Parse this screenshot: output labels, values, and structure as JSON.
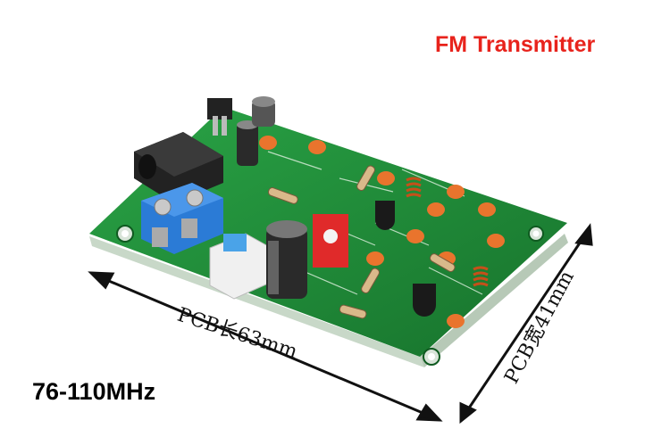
{
  "title": "FM Transmitter",
  "frequency_range": "76-110MHz",
  "dimension_length": "PCB长63mm",
  "dimension_width": "PCB宽41mm",
  "colors": {
    "title": "#e8231c",
    "board": "#1f8f3a",
    "terminal": "#2b7bd6"
  }
}
